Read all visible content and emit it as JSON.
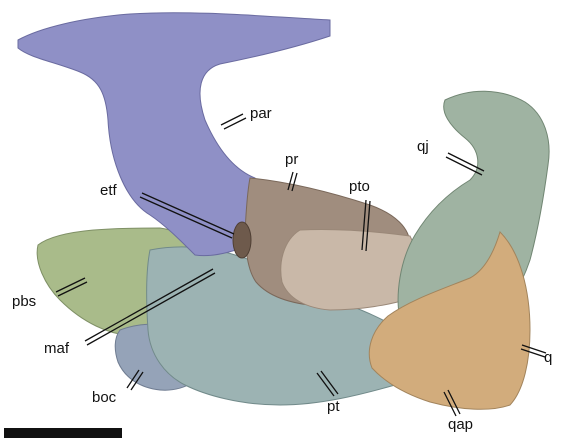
{
  "figure": {
    "labels": {
      "par": "par",
      "pr": "pr",
      "pto": "pto",
      "qj": "qj",
      "etf": "etf",
      "pbs": "pbs",
      "maf": "maf",
      "boc": "boc",
      "pt": "pt",
      "q": "q",
      "qap": "qap"
    },
    "colors": {
      "parietal": "#8f90c6",
      "prootic": "#a08d7e",
      "prootic_pto": "#c9b8a8",
      "quadrate": "#9fb3a2",
      "quadrate_dark": "#8aa294",
      "quadrate_ap": "#d2ac7c",
      "parabasisphenoid": "#a9bb8a",
      "basioccipital": "#95a3b8",
      "pterygoid": "#9cb3b3",
      "etf_foramen": "#6e5a4c",
      "scale_bar": "#111111"
    }
  }
}
